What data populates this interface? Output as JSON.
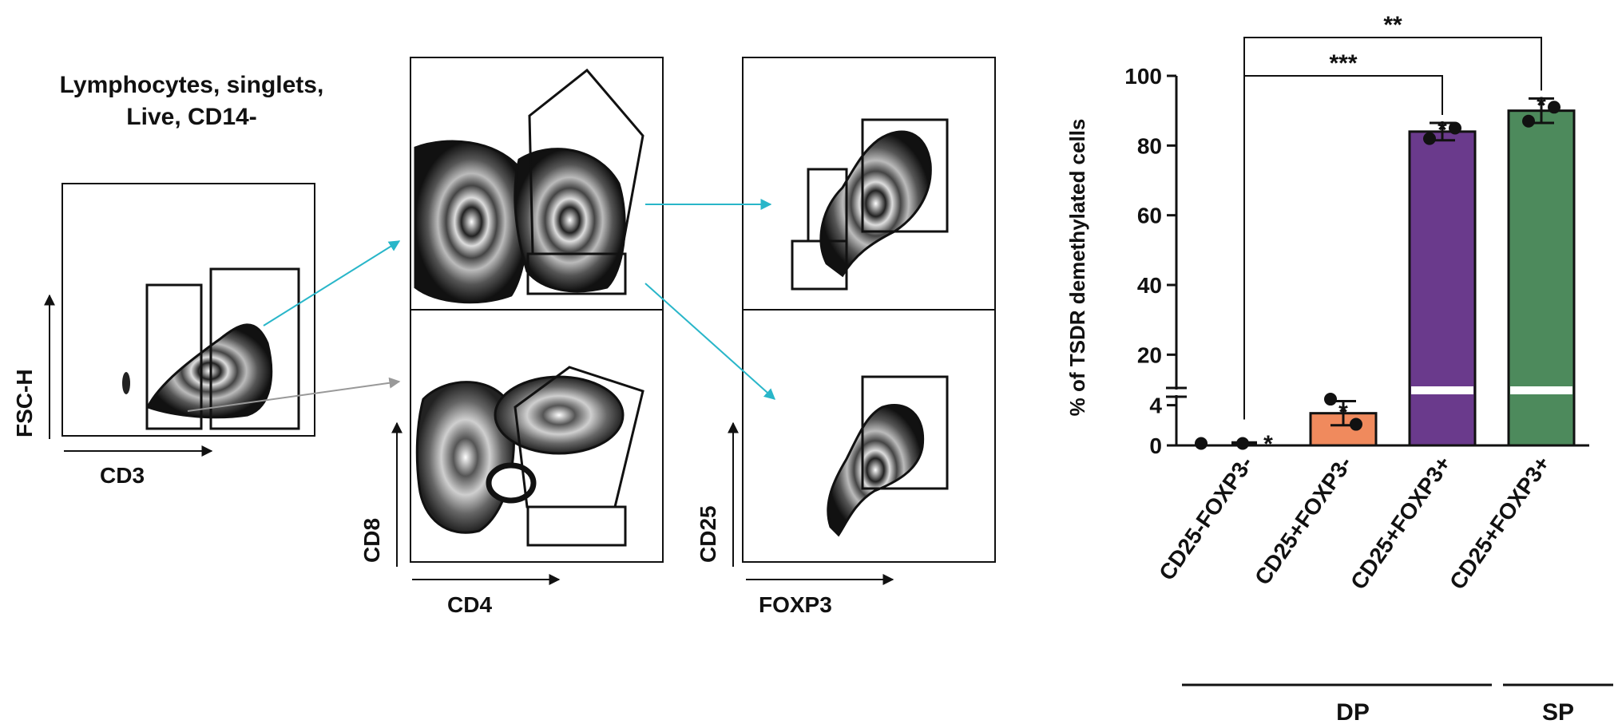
{
  "gating": {
    "title_lines": [
      "Lymphocytes, singlets,",
      "Live, CD14-"
    ],
    "axes": {
      "cd3_plot": {
        "x": "CD3",
        "y": "FSC-H"
      },
      "cd4_cd8_plot": {
        "x": "CD4",
        "y": "CD8"
      },
      "foxp3_cd25_plot": {
        "x": "FOXP3",
        "y": "CD25"
      }
    },
    "arrow_colors": {
      "primary": "#29b6c9",
      "secondary": "#999999"
    }
  },
  "chart_data": {
    "type": "bar",
    "ylabel": "% of TSDR demethylated cells",
    "categories": [
      "CD25-FOXP3-",
      "CD25+FOXP3-",
      "CD25+FOXP3+",
      "CD25+FOXP3+"
    ],
    "values": [
      0.2,
      3.2,
      84,
      90
    ],
    "errors": [
      0.1,
      1.2,
      2.5,
      3.5
    ],
    "points": [
      [
        0.2,
        0.2,
        0.3
      ],
      [
        4.6,
        2.1,
        3.5
      ],
      [
        82,
        85,
        85
      ],
      [
        87,
        91,
        92
      ]
    ],
    "bar_colors": [
      "#ffffff",
      "#f08a5d",
      "#6a3a8c",
      "#4d8a5c"
    ],
    "y_axis": {
      "lower_segment": {
        "range": [
          0,
          5
        ],
        "ticks": [
          0,
          4
        ]
      },
      "upper_segment": {
        "range": [
          10,
          100
        ],
        "ticks": [
          20,
          40,
          60,
          80,
          100
        ]
      },
      "broken": true
    },
    "groups": [
      {
        "label": "DP",
        "categories": [
          0,
          1,
          2
        ]
      },
      {
        "label": "SP",
        "categories": [
          3
        ]
      }
    ],
    "significance": [
      {
        "from": 0,
        "to": 2,
        "label": "***"
      },
      {
        "from": 0,
        "to": 3,
        "label": "**"
      }
    ],
    "grid": false
  }
}
